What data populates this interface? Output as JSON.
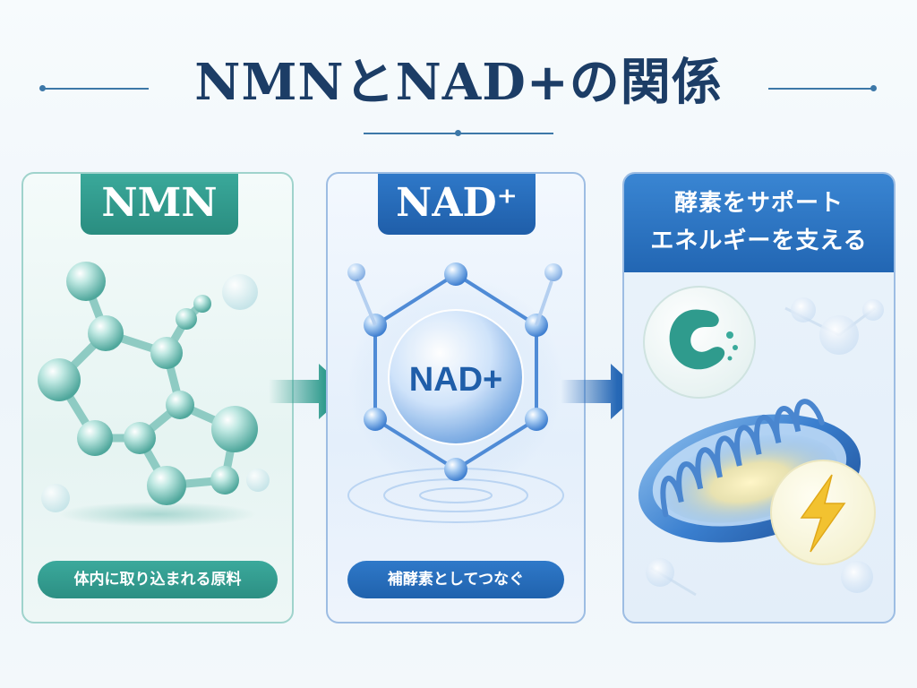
{
  "title": "NMNとNAD+の関係",
  "panels": [
    {
      "id": "nmn",
      "tab_label": "NMN",
      "caption": "体内に取り込まれる原料",
      "accent_color": "#2f9b8d"
    },
    {
      "id": "nad",
      "tab_label": "NAD⁺",
      "center_label": "NAD+",
      "caption": "補酵素としてつなぐ",
      "accent_color": "#2668b6"
    },
    {
      "id": "enzyme",
      "header_lines": [
        "酵素をサポート",
        "エネルギーを支える"
      ],
      "accent_color": "#2a6fbe"
    }
  ],
  "icons": [
    "molecule-icon",
    "nad-molecule-icon",
    "enzyme-icon",
    "mitochondria-icon",
    "lightning-icon",
    "arrow-right-icon"
  ],
  "colors": {
    "title": "#1c3d66",
    "teal": "#2f9b8d",
    "blue": "#2668b6",
    "bolt": "#f2c230"
  }
}
